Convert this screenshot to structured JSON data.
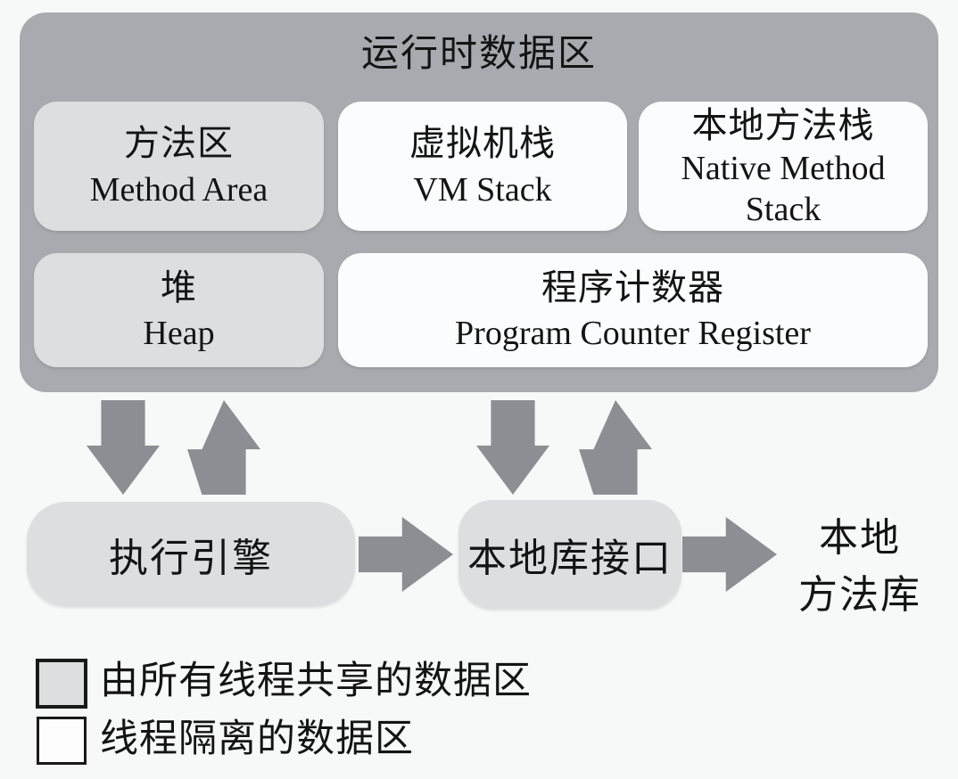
{
  "diagram": {
    "title": "运行时数据区"
  },
  "runtime_boxes": [
    {
      "zh": "方法区",
      "en": "Method Area",
      "type": "shared"
    },
    {
      "zh": "虚拟机栈",
      "en": "VM Stack",
      "type": "isolated"
    },
    {
      "zh": "本地方法栈",
      "en": "Native Method Stack",
      "type": "isolated"
    },
    {
      "zh": "堆",
      "en": "Heap",
      "type": "shared"
    },
    {
      "zh": "程序计数器",
      "en": "Program Counter Register",
      "type": "isolated"
    }
  ],
  "flow": {
    "execution_engine": "执行引擎",
    "native_library_interface": "本地库接口",
    "native_method_library_line1": "本地",
    "native_method_library_line2": "方法库"
  },
  "legend": [
    {
      "swatch": "shared",
      "label": "由所有线程共享的数据区"
    },
    {
      "swatch": "isolated",
      "label": "线程隔离的数据区"
    }
  ],
  "colors": {
    "background": "#f7f8f8",
    "container": "#a7aaae",
    "shared_box": "#dcdee0",
    "isolated_box": "#fbfcfd",
    "arrow": "#8b8f93",
    "text": "#141414"
  }
}
